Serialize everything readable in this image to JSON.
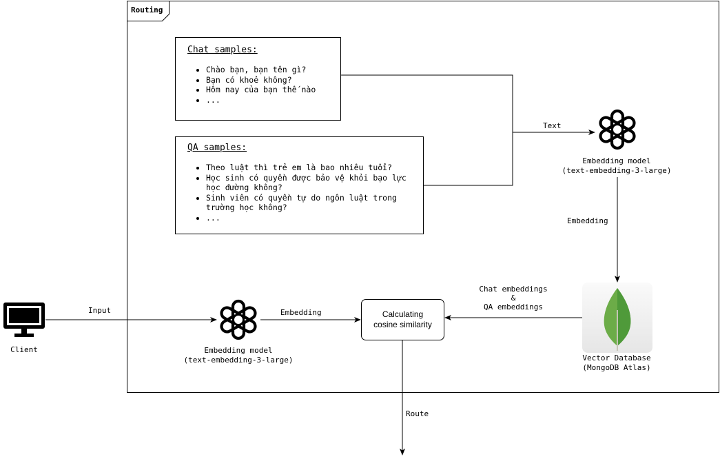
{
  "frame": {
    "label": "Routing"
  },
  "chat_samples": {
    "title": "Chat samples:",
    "items": [
      "Chào bạn, bạn tên gì?",
      "Bạn có khoẻ không?",
      "Hôm nay của bạn thế nào",
      "..."
    ]
  },
  "qa_samples": {
    "title": "QA samples:",
    "items": [
      "Theo luật thì trẻ em là bao nhiêu tuổi?",
      "Học sinh có quyền được bảo vệ khỏi bạo lực học đường không?",
      "Sinh viên có quyền tự do ngôn luật trong trường học không?",
      "..."
    ]
  },
  "top_embedding_model": {
    "line1": "Embedding model",
    "line2": "(text-embedding-3-large)"
  },
  "bottom_embedding_model": {
    "line1": "Embedding model",
    "line2": "(text-embedding-3-large)"
  },
  "cosine": {
    "line1": "Calculating",
    "line2": "cosine similarity"
  },
  "vector_db": {
    "line1": "Vector Database",
    "line2": "(MongoDB Atlas)"
  },
  "client": {
    "label": "Client"
  },
  "edges": {
    "text": "Text",
    "embedding_down": "Embedding",
    "input": "Input",
    "embedding_right": "Embedding",
    "db_line1": "Chat embeddings",
    "db_line2": "&",
    "db_line3": "QA embeddings",
    "route": "Route"
  },
  "icons": {
    "model": "openai-logo-icon",
    "db": "mongodb-leaf-icon",
    "client": "monitor-icon"
  },
  "colors": {
    "leaf_light": "#6cac48",
    "leaf_dark": "#4f9a3a",
    "leaf_stem": "#c4c4b4"
  }
}
